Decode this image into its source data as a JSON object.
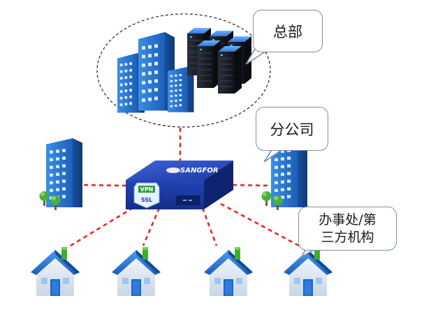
{
  "labels": {
    "headquarters": "总部",
    "branch": "分公司",
    "office_line1": "办事处/第",
    "office_line2": "三方机构"
  },
  "device": {
    "brand": "SANGFOR",
    "badge_top": "VPN",
    "badge_bottom": "SSL"
  },
  "colors": {
    "link_line": "#e8262b",
    "device_blue": "#1f3fb0",
    "building_blue": "#2b78d6",
    "roof_blue": "#1e66c8",
    "tree_green": "#4caf3a",
    "callout_border": "#7f8fa6"
  },
  "icons": [
    "office-building-icon",
    "server-rack-icon",
    "house-icon",
    "tree-icon",
    "vpn-gateway-icon"
  ]
}
